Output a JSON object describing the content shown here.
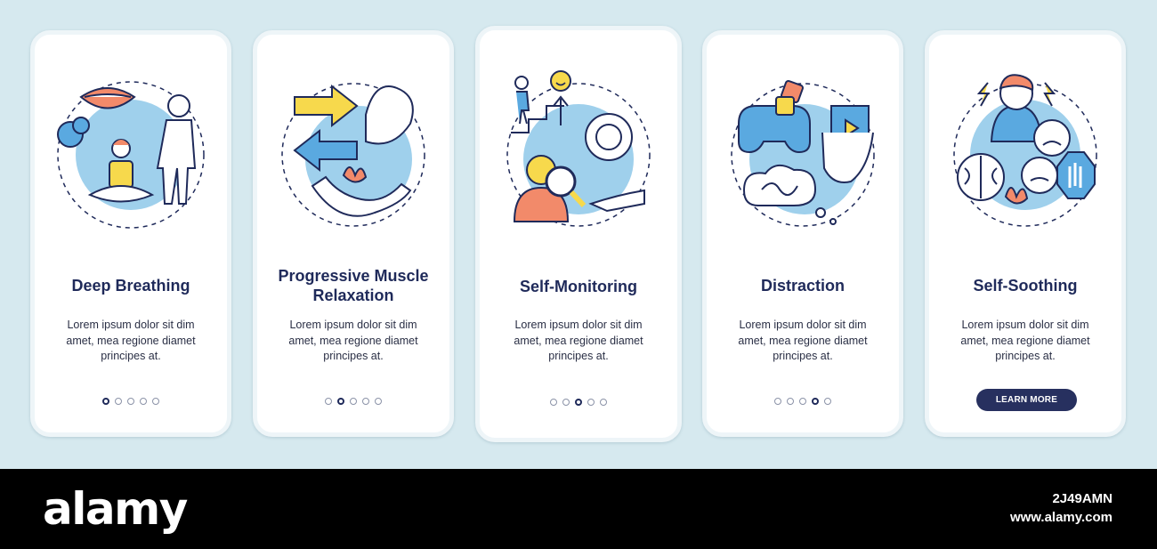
{
  "cards": [
    {
      "title": "Deep Breathing",
      "desc": "Lorem ipsum dolor sit dim amet, mea regione diamet principes at.",
      "active_page": 1
    },
    {
      "title": "Progressive Muscle Relaxation",
      "desc": "Lorem ipsum dolor sit dim amet, mea regione diamet principes at.",
      "active_page": 2
    },
    {
      "title": "Self-Monitoring",
      "desc": "Lorem ipsum dolor sit dim amet, mea regione diamet principes at.",
      "active_page": 3
    },
    {
      "title": "Distraction",
      "desc": "Lorem ipsum dolor sit dim amet, mea regione diamet principes at.",
      "active_page": 4
    },
    {
      "title": "Self-Soothing",
      "desc": "Lorem ipsum dolor sit dim amet, mea regione diamet principes at.",
      "button_label": "LEARN MORE"
    }
  ],
  "page_count": 5,
  "footer": {
    "brand": "alamy",
    "image_id": "2J49AMN",
    "url": "www.alamy.com"
  },
  "colors": {
    "accent": "#27305f",
    "title": "#1f2a5a",
    "illus_blue": "#9fd0ec",
    "illus_yellow": "#f7d94c",
    "illus_red": "#f28a6a",
    "background": "#d6e9ef"
  },
  "icons": [
    "lips-breath-icon",
    "meditation-icon",
    "arrows-muscle-icon",
    "stairs-magnifier-gear-icon",
    "gamepad-dice-film-icon",
    "angry-face-brain-stop-icon"
  ]
}
